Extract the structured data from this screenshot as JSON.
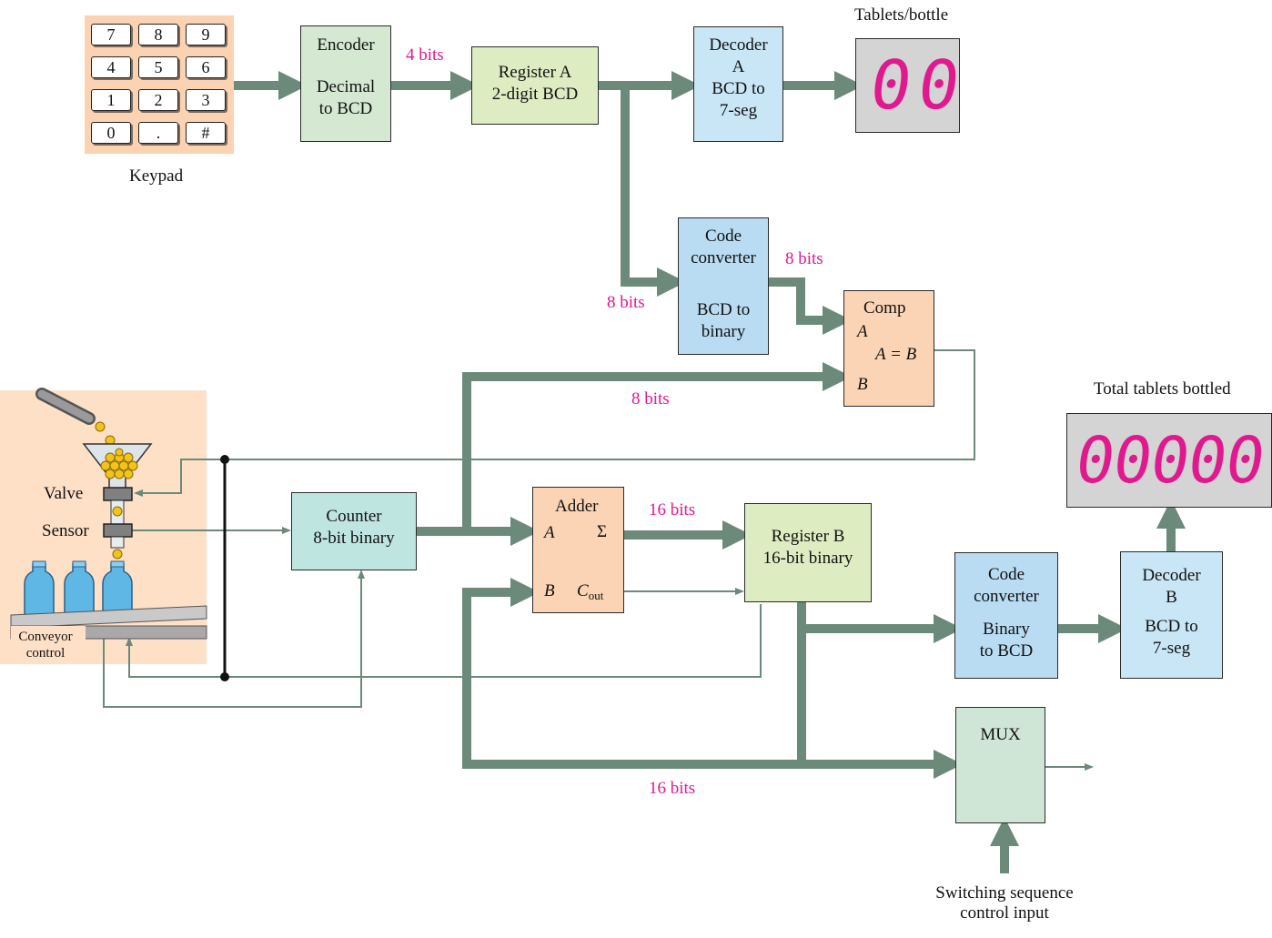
{
  "keypad": {
    "label": "Keypad",
    "keys": [
      "7",
      "8",
      "9",
      "4",
      "5",
      "6",
      "1",
      "2",
      "3",
      "0",
      ".",
      "#"
    ]
  },
  "encoder": {
    "title": "Encoder",
    "line1": "Decimal",
    "line2": "to BCD"
  },
  "register_a": {
    "line1": "Register A",
    "line2": "2-digit BCD"
  },
  "decoder_a": {
    "line1": "Decoder",
    "line2": "A",
    "line3": "BCD to",
    "line4": "7-seg"
  },
  "display_a": {
    "label": "Tablets/bottle",
    "value": "00"
  },
  "code_converter_1": {
    "line1": "Code",
    "line2": "converter",
    "line3": "BCD to",
    "line4": "binary"
  },
  "comparator": {
    "title": "Comp",
    "input_a": "A",
    "equals": "A = B",
    "input_b": "B"
  },
  "counter": {
    "line1": "Counter",
    "line2": "8-bit binary"
  },
  "adder": {
    "title": "Adder",
    "input_a": "A",
    "sum": "Σ",
    "input_b": "B",
    "cout_c": "C",
    "cout_sub": "out"
  },
  "register_b": {
    "line1": "Register B",
    "line2": "16-bit binary"
  },
  "code_converter_2": {
    "line1": "Code",
    "line2": "converter",
    "line3": "Binary",
    "line4": "to BCD"
  },
  "decoder_b": {
    "line1": "Decoder",
    "line2": "B",
    "line3": "BCD to",
    "line4": "7-seg"
  },
  "display_b": {
    "label": "Total tablets bottled",
    "value": "00000"
  },
  "mux": {
    "title": "MUX",
    "control_line1": "Switching sequence",
    "control_line2": "control input"
  },
  "machine": {
    "valve": "Valve",
    "sensor": "Sensor",
    "conveyor1": "Conveyor",
    "conveyor2": "control"
  },
  "bus_labels": {
    "enc_to_reg": "4 bits",
    "reg_to_conv": "8 bits",
    "conv_to_comp": "8 bits",
    "counter_to_comp": "8 bits",
    "adder_to_regb": "16 bits",
    "feedback": "16 bits"
  },
  "colors": {
    "bus": "#6b8a79",
    "bit_label": "#e0198f",
    "display_digit": "#e0198f"
  }
}
